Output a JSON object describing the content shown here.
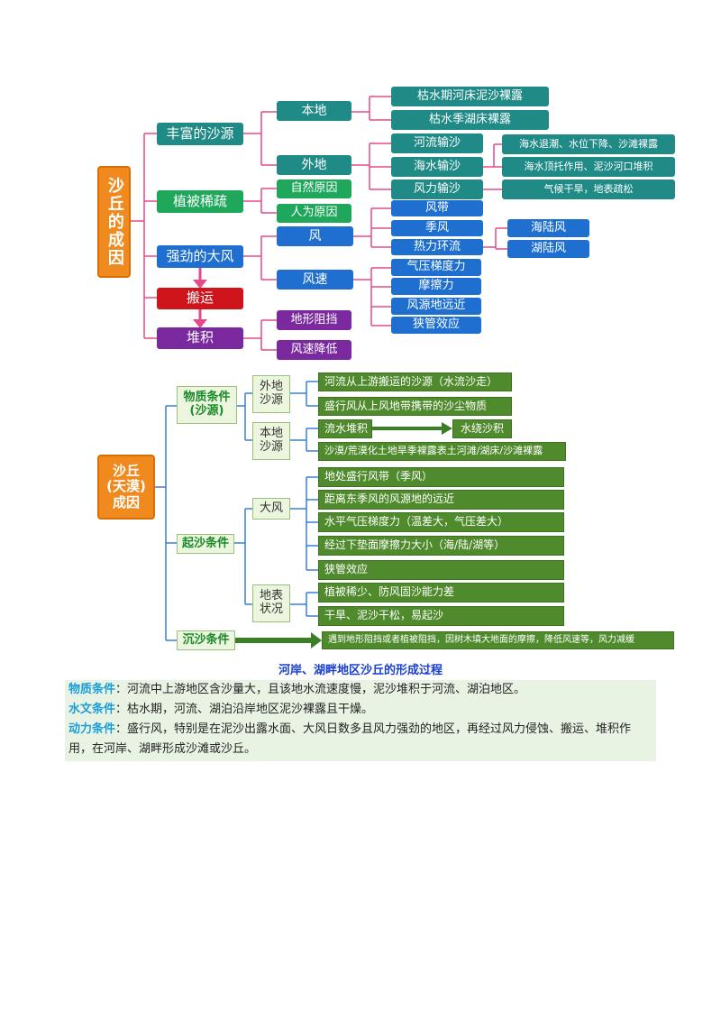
{
  "d1": {
    "root": "沙丘的成因",
    "l1": [
      "丰富的沙源",
      "植被稀疏",
      "强劲的大风",
      "搬运",
      "堆积"
    ],
    "source": {
      "local": "本地",
      "local_items": [
        "枯水期河床泥沙裸露",
        "枯水季湖床裸露"
      ],
      "external": "外地",
      "external_items": [
        "河流输沙",
        "海水输沙",
        "风力输沙"
      ],
      "external_details": [
        "海水退潮、水位下降、沙滩裸露",
        "海水顶托作用、泥沙河口堆积",
        "气候干旱，地表疏松"
      ]
    },
    "vegetation": [
      "自然原因",
      "人为原因"
    ],
    "wind": {
      "wind": "风",
      "wind_items": [
        "风带",
        "季风",
        "热力环流"
      ],
      "thermal_items": [
        "海陆风",
        "湖陆风"
      ],
      "speed": "风速",
      "speed_items": [
        "气压梯度力",
        "摩擦力",
        "风源地远近",
        "狭管效应"
      ]
    },
    "deposit": [
      "地形阻挡",
      "风速降低"
    ]
  },
  "d2": {
    "root": "沙丘\n(天漠)\n成因",
    "material": "物质条件\n(沙源)",
    "external": "外地\n沙源",
    "external_items": [
      "河流从上游搬运的沙源（水流沙走）",
      "盛行风从上风地带携带的沙尘物质"
    ],
    "local": "本地\n沙源",
    "local_flow": "流水堆积",
    "local_flow_result": "水绕沙积",
    "local_item2": "沙漠/荒漠化土地旱季裸露表土河滩/湖床/沙滩裸露",
    "sand": "起沙条件",
    "wind": "大风",
    "wind_items": [
      "地处盛行风带（季风）",
      "距离东季风的风源地的远近",
      "水平气压梯度力（温差大，气压差大）",
      "经过下垫面摩擦力大小（海/陆/湖等）",
      "狭管效应"
    ],
    "surface": "地表\n状况",
    "surface_items": [
      "植被稀少、防风固沙能力差",
      "干旱、泥沙干松，易起沙"
    ],
    "deposit": "沉沙条件",
    "deposit_item": "遇到地形阻挡或者植被阻挡，因树木填大地面的摩擦，降低风速等，风力减缓"
  },
  "caption": "河岸、湖畔地区沙丘的形成过程",
  "paragraphs": [
    {
      "label": "物质条件",
      "text": "：河流中上游地区含沙量大，且该地水流速度慢，泥沙堆积于河流、湖泊地区。"
    },
    {
      "label": "水文条件",
      "text": "：枯水期，河流、湖泊沿岸地区泥沙裸露且干燥。"
    },
    {
      "label": "动力条件",
      "text": "：盛行风，特别是在泥沙出露水面、大风日数多且风力强劲的地区，再经过风力侵蚀、搬运、堆积作用，在河岸、湖畔形成沙滩或沙丘。"
    }
  ],
  "colors": {
    "teal": "#1f8a86",
    "green": "#1fa85c",
    "blue": "#1e6fd0",
    "red": "#d0141b",
    "purple": "#7a2a9e",
    "orange": "#f08a1e",
    "olive": "#4f8a2c",
    "pink_line": "#e64a8a"
  }
}
